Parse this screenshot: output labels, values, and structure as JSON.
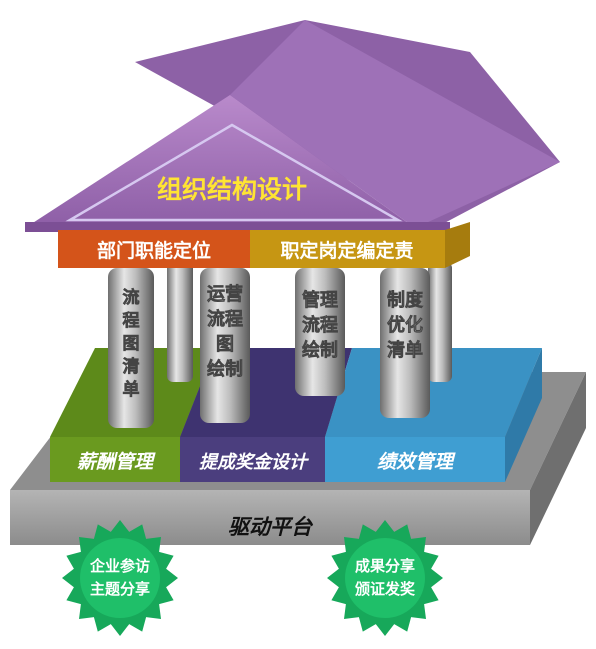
{
  "roof": {
    "title": "组织结构设计"
  },
  "beams": {
    "left": "部门职能定位",
    "right": "职定岗定编定责"
  },
  "pillars": {
    "p1": [
      "流",
      "程",
      "图",
      "清",
      "单"
    ],
    "p2": [
      "运营",
      "流程",
      "图",
      "绘制"
    ],
    "p3": [
      "管理",
      "流程",
      "绘制"
    ],
    "p4": [
      "制度",
      "优化",
      "清单"
    ]
  },
  "floor": {
    "left": "薪酬管理",
    "middle": "提成奖金设计",
    "right": "绩效管理"
  },
  "platform": {
    "label": "驱动平台"
  },
  "gears": {
    "left": [
      "企业参访",
      "主题分享"
    ],
    "right": [
      "成果分享",
      "颁证发奖"
    ]
  },
  "colors": {
    "roof": "#a06fb5",
    "beam_left": "#d4541a",
    "beam_right": "#c69613",
    "floor_green": "#6a9a1f",
    "floor_purple": "#4b3e7e",
    "floor_blue": "#3f9ed2",
    "platform": "#a0a0a0",
    "gear": "#17a85a",
    "title_yellow": "#ffe433"
  }
}
